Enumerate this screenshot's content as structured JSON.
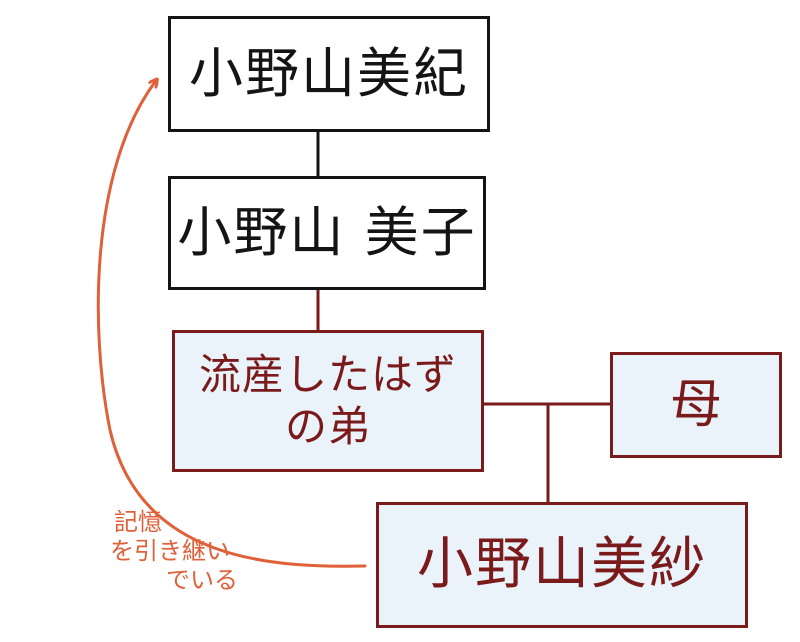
{
  "nodes": {
    "miki": "小野山美紀",
    "yoshiko": "小野山 美子",
    "brother_line1": "流産したはず",
    "brother_line2": "の弟",
    "mother": "母",
    "misa": "小野山美紗"
  },
  "annotation": {
    "line1": "記憶",
    "line2": "を引き継い",
    "line3": "でいる"
  },
  "colors": {
    "black_line": "#141414",
    "family_red": "#7a1a1a",
    "box_fill_blue": "#eaf2fa",
    "annotation_orange": "#e0603a"
  }
}
